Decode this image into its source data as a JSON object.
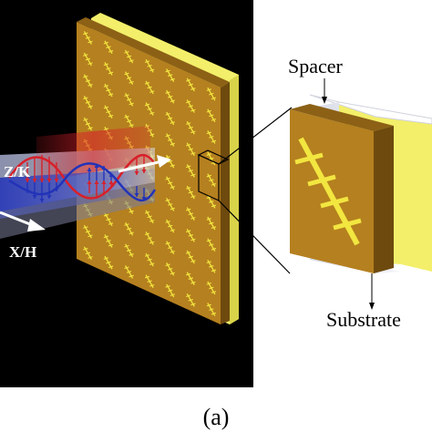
{
  "figure": {
    "caption": "(a)",
    "labels": {
      "spacer": "Spacer",
      "substrate": "Substrate",
      "zk": "Z/K",
      "xh": "X/H"
    },
    "colors": {
      "background_left": "#000000",
      "background_right": "#ffffff",
      "metasurface_face": "#b5801f",
      "metasurface_edge": "#6e4a0e",
      "substrate_yellow": "#f3ef6a",
      "resonator_yellow": "#f2e640",
      "wave_red": "#d8202a",
      "wave_blue": "#2233b8",
      "beam_gray": "#a6a8b4"
    },
    "icons": {
      "propagation_arrow": "white-arrow-icon",
      "h_field_arrow": "white-arrow-icon"
    }
  }
}
